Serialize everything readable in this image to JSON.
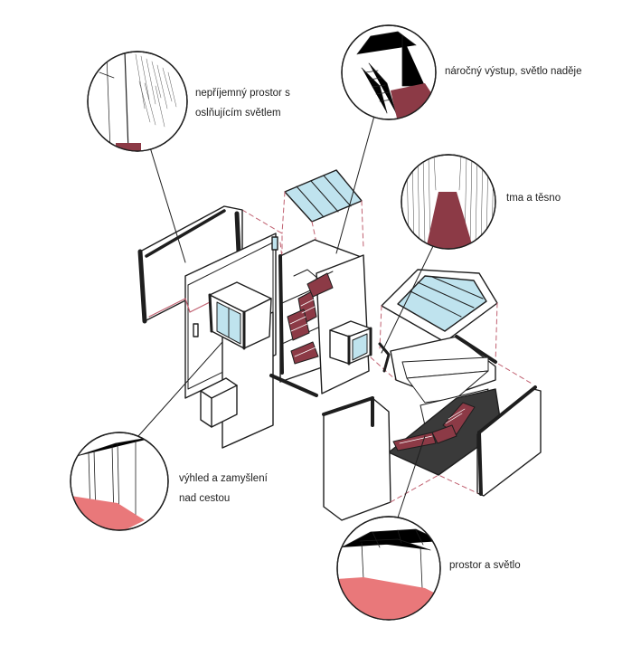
{
  "colors": {
    "ink": "#1e1e1e",
    "dark_red": "#8c3a46",
    "salmon": "#e9787a",
    "dash": "#c06070",
    "glass": "#bfe3ee",
    "dark_fill": "#3a3a3a"
  },
  "callouts": [
    {
      "id": "unpleasant-space",
      "lines": [
        "nepříjemný prostor s",
        "oslňujícím světlem"
      ]
    },
    {
      "id": "hard-climb",
      "lines": [
        "náročný výstup, světlo naděje"
      ]
    },
    {
      "id": "dark-narrow",
      "lines": [
        "tma a těsno"
      ]
    },
    {
      "id": "view-reflection",
      "lines": [
        "výhled a zamyšlení",
        "nad cestou"
      ]
    },
    {
      "id": "space-light",
      "lines": [
        "prostor a světlo"
      ]
    }
  ]
}
